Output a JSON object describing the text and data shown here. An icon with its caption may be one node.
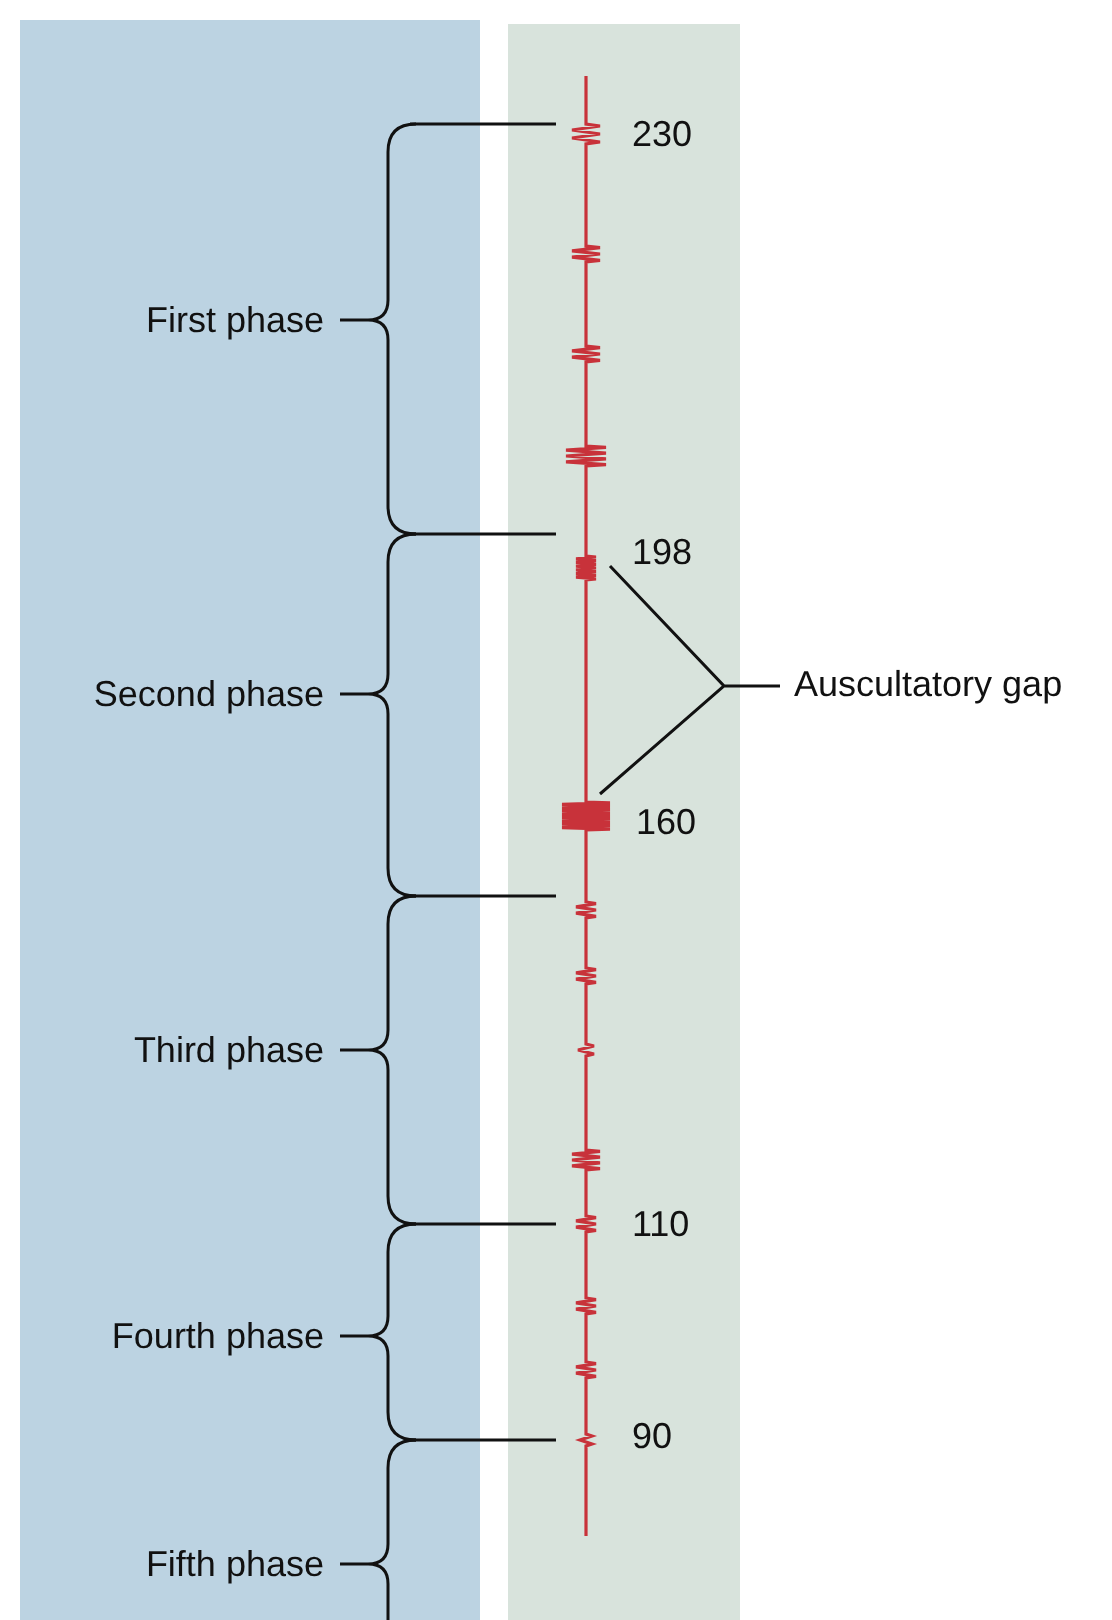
{
  "diagram": {
    "labels": [
      "230",
      "First phase",
      "198",
      "Second phase",
      "Auscultatory gap",
      "160",
      "Third phase",
      "110",
      "Fourth phase",
      "90",
      "Fifth phase"
    ]
  }
}
